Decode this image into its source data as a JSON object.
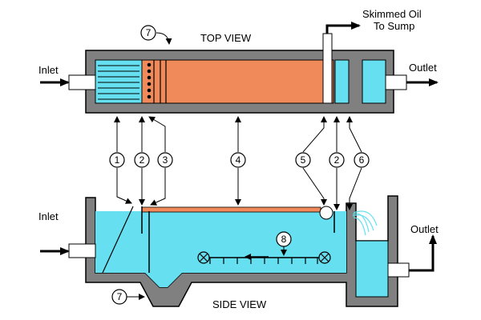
{
  "labels": {
    "top_view": "TOP VIEW",
    "side_view": "SIDE VIEW",
    "inlet_top": "Inlet",
    "inlet_side": "Inlet",
    "outlet_top": "Outlet",
    "outlet_side": "Outlet",
    "skimmed_line1": "Skimmed  Oil",
    "skimmed_line2": "To Sump"
  },
  "callouts": {
    "c1": "1",
    "c2a": "2",
    "c3": "3",
    "c4": "4",
    "c5": "5",
    "c2b": "2",
    "c6": "6",
    "c7_top": "7",
    "c7_side": "7",
    "c8": "8"
  },
  "colors": {
    "wall": "#808080",
    "water": "#66e0f0",
    "oil": "#f08a5a",
    "outline": "#000000",
    "pipe": "#ffffff"
  }
}
